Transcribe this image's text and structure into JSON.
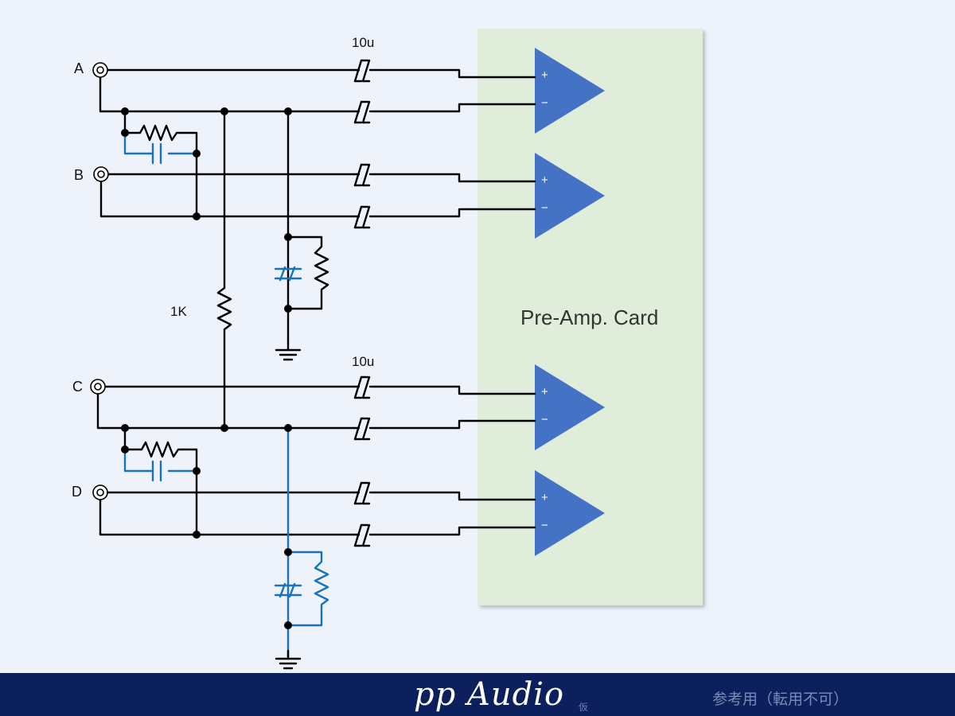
{
  "diagram": {
    "inputs": [
      "A",
      "B",
      "C",
      "D"
    ],
    "coupling_cap_label_top": "10u",
    "coupling_cap_label_bottom": "10u",
    "resistor_label": "1K",
    "card_label": "Pre-Amp. Card",
    "plus_sign": "+",
    "minus_sign": "−"
  },
  "footer": {
    "brand": "pp Audio",
    "brand_sub": "仮",
    "note": "参考用（転用不可）"
  },
  "colors": {
    "background": "#eef2fb",
    "card_fill": "#e1eddb",
    "amp_fill": "#4472c4",
    "wire_black": "#000000",
    "wire_blue": "#1a73b8",
    "footer_bg": "#0c205e"
  }
}
